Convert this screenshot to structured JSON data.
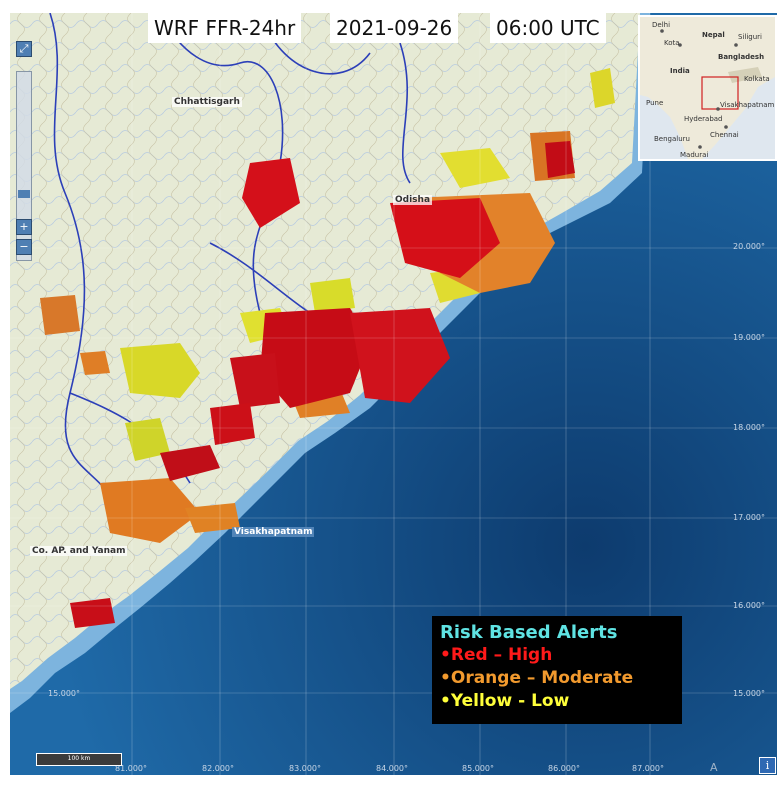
{
  "title": {
    "product": "WRF FFR-24hr",
    "date": "2021-09-26",
    "time": "06:00 UTC"
  },
  "places": {
    "chhattisgarh": "Chhattisgarh",
    "odisha": "Odisha",
    "coastal_ap": "Co. AP. and Yanam",
    "visakhapatnam": "Visakhapatnam"
  },
  "latitude_labels": [
    "20.000°",
    "19.000°",
    "18.000°",
    "17.000°",
    "16.000°",
    "15.000°"
  ],
  "longitude_labels": [
    "81.000°",
    "82.000°",
    "83.000°",
    "84.000°",
    "85.000°",
    "86.000°",
    "87.000°"
  ],
  "left_lat_label": "15.000°",
  "legend": {
    "heading": "Risk Based Alerts",
    "items": [
      {
        "text": "•Red – High",
        "color": "#ff1a1a"
      },
      {
        "text": "•Orange – Moderate",
        "color": "#f29a2e"
      },
      {
        "text": "•Yellow - Low",
        "color": "#ffff3a"
      }
    ]
  },
  "inset_map": {
    "labels": [
      "Delhi",
      "Nepal",
      "Siliguri",
      "Kota",
      "Bangladesh",
      "India",
      "Pune",
      "Hyderabad",
      "Visakhapatnam",
      "Bengaluru",
      "Chennai",
      "Madurai",
      "Kolkata"
    ]
  },
  "scale_bar": "100 km",
  "attribution": "A",
  "colors": {
    "ocean": "#1a5a96",
    "land": "#e8ecd8",
    "red": "#d0101a",
    "orange": "#e07a20",
    "yellow": "#e8e020"
  }
}
